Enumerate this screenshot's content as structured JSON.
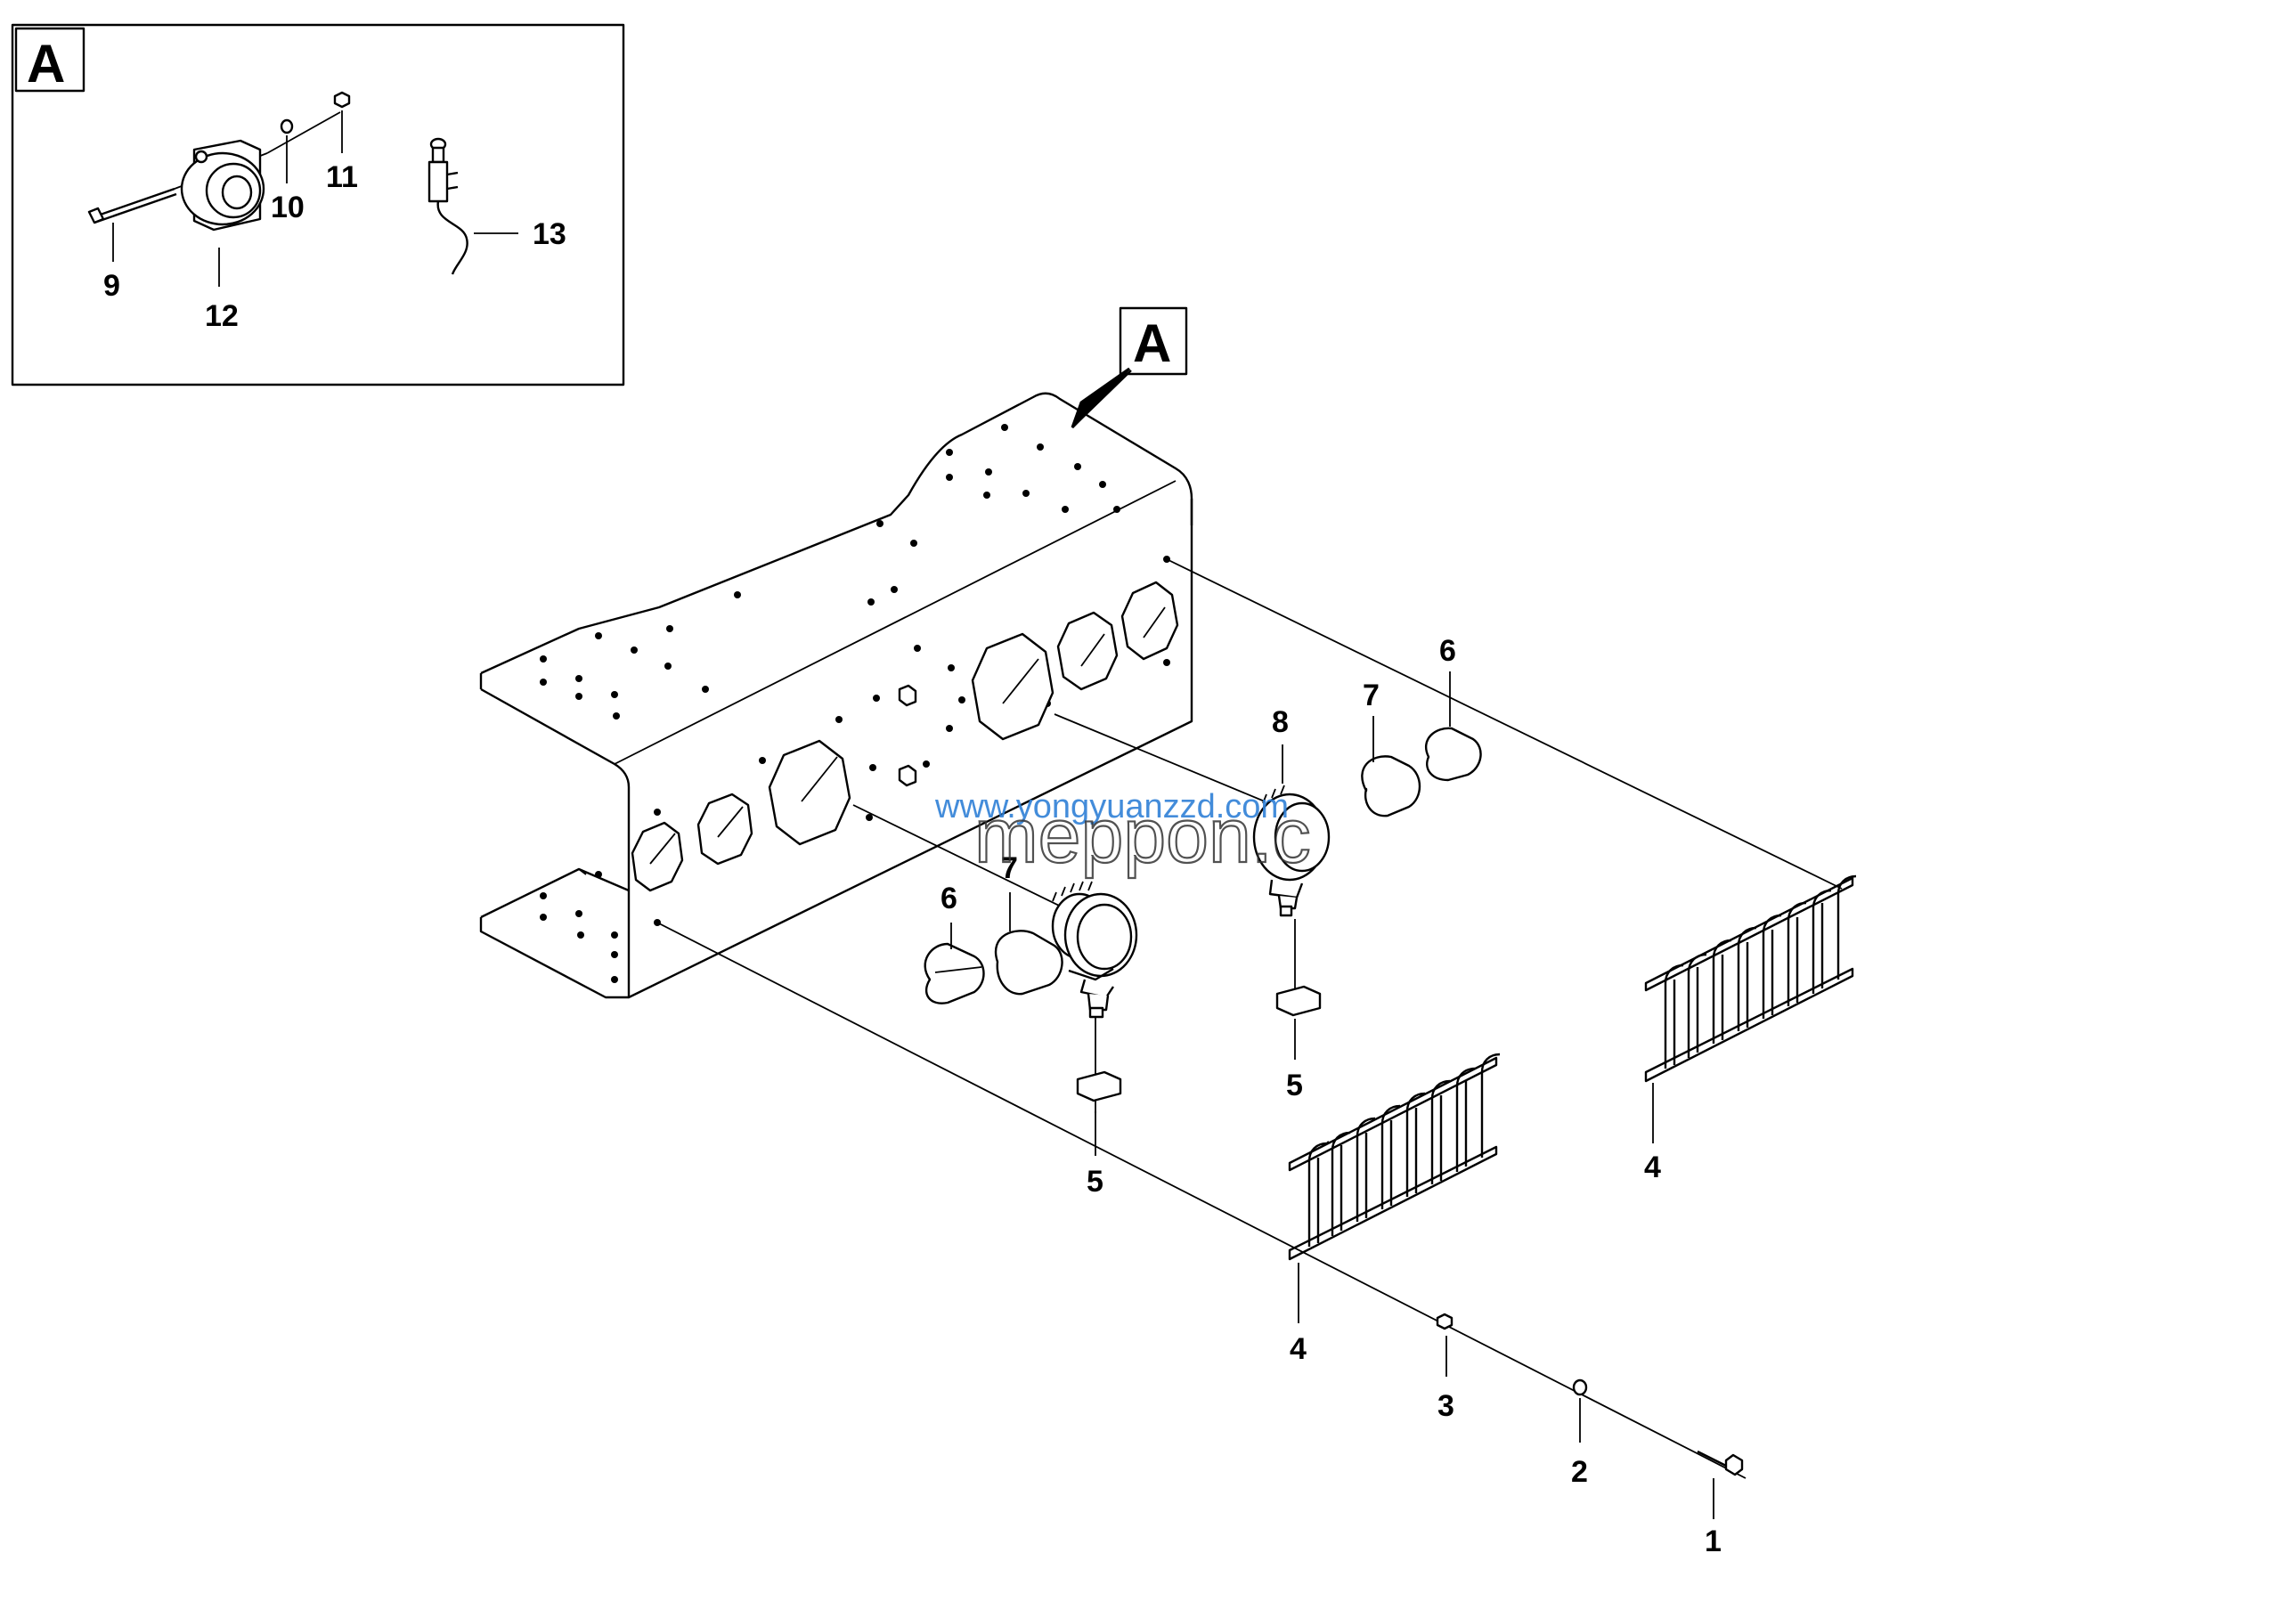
{
  "inset": {
    "label": "A"
  },
  "section_marker": {
    "label": "A"
  },
  "callouts": {
    "c1": "1",
    "c2": "2",
    "c3": "3",
    "c4a": "4",
    "c4b": "4",
    "c5a": "5",
    "c5b": "5",
    "c6a": "6",
    "c6b": "6",
    "c7a": "7",
    "c7b": "7",
    "c8": "8",
    "c9": "9",
    "c10": "10",
    "c11": "11",
    "c12": "12",
    "c13": "13"
  },
  "watermark": {
    "line1": "www.yongyuanzzd.com",
    "line2": "meppon.c"
  }
}
